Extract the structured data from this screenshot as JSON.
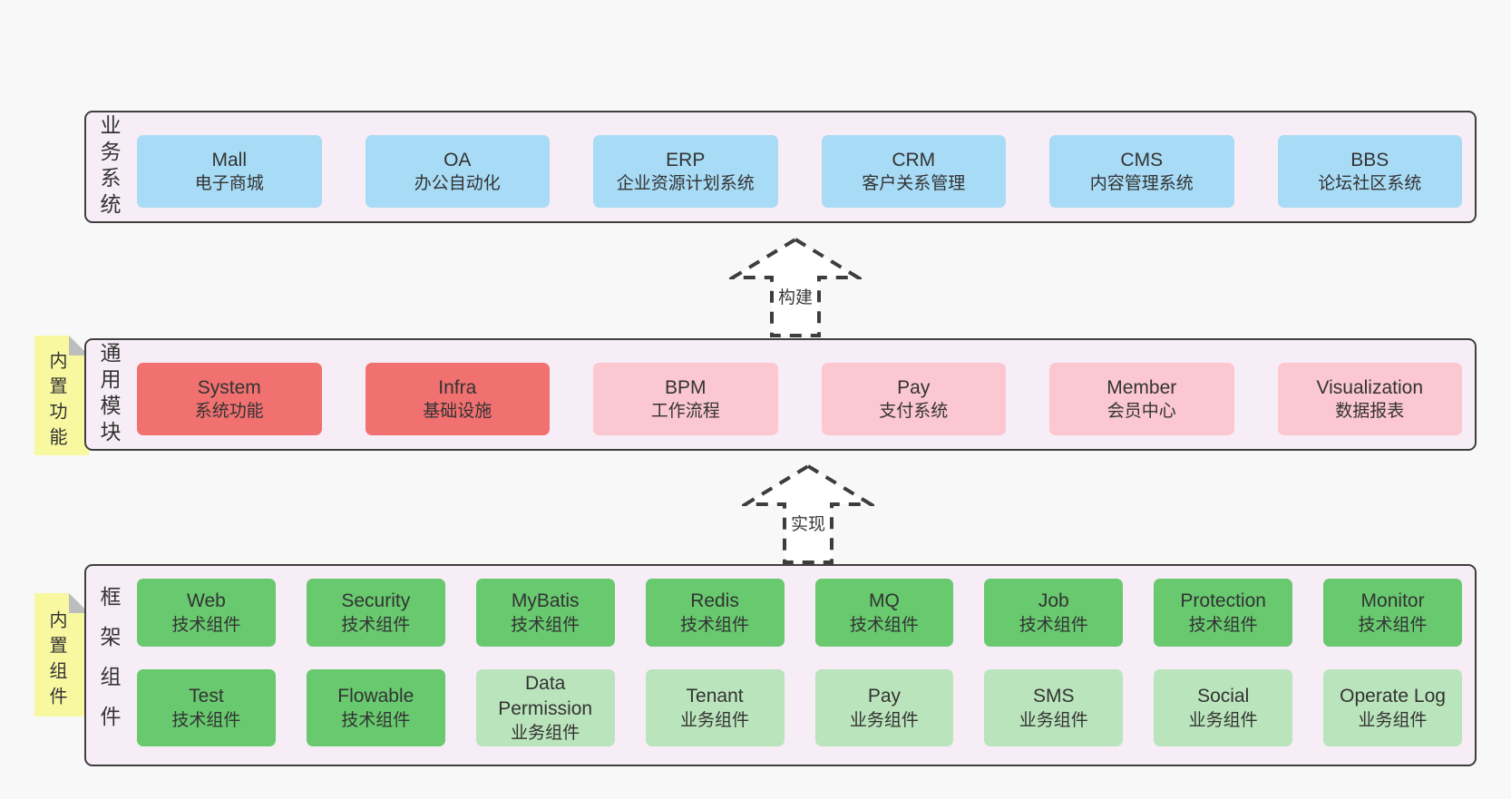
{
  "colors": {
    "page_bg": "#f8f8f8",
    "container_bg": "#f7edf6",
    "container_border": "#3f3f3f",
    "blue": "#a8dbf5",
    "red": "#f17070",
    "pink": "#fbc7d0",
    "green": "#68c96f",
    "light_green": "#bae4bb",
    "sticky_yellow": "#f8f8a0",
    "sticky_fold": "#bdbdbd",
    "text": "#333333"
  },
  "arrows": {
    "build": {
      "label": "构建"
    },
    "implement": {
      "label": "实现"
    }
  },
  "layers": {
    "business": {
      "label": "业务系统",
      "boxes": [
        {
          "name": "Mall",
          "desc": "电子商城",
          "variant": "blue"
        },
        {
          "name": "OA",
          "desc": "办公自动化",
          "variant": "blue"
        },
        {
          "name": "ERP",
          "desc": "企业资源计划系统",
          "variant": "blue"
        },
        {
          "name": "CRM",
          "desc": "客户关系管理",
          "variant": "blue"
        },
        {
          "name": "CMS",
          "desc": "内容管理系统",
          "variant": "blue"
        },
        {
          "name": "BBS",
          "desc": "论坛社区系统",
          "variant": "blue"
        }
      ]
    },
    "common": {
      "label": "通用模块",
      "sticky": "内置功能",
      "boxes": [
        {
          "name": "System",
          "desc": "系统功能",
          "variant": "red"
        },
        {
          "name": "Infra",
          "desc": "基础设施",
          "variant": "red"
        },
        {
          "name": "BPM",
          "desc": "工作流程",
          "variant": "pink"
        },
        {
          "name": "Pay",
          "desc": "支付系统",
          "variant": "pink"
        },
        {
          "name": "Member",
          "desc": "会员中心",
          "variant": "pink"
        },
        {
          "name": "Visualization",
          "desc": "数据报表",
          "variant": "pink"
        }
      ]
    },
    "framework": {
      "label": "框架组件",
      "sticky": "内置组件",
      "rows": [
        [
          {
            "name": "Web",
            "desc": "技术组件",
            "variant": "green"
          },
          {
            "name": "Security",
            "desc": "技术组件",
            "variant": "green"
          },
          {
            "name": "MyBatis",
            "desc": "技术组件",
            "variant": "green"
          },
          {
            "name": "Redis",
            "desc": "技术组件",
            "variant": "green"
          },
          {
            "name": "MQ",
            "desc": "技术组件",
            "variant": "green"
          },
          {
            "name": "Job",
            "desc": "技术组件",
            "variant": "green"
          },
          {
            "name": "Protection",
            "desc": "技术组件",
            "variant": "green"
          },
          {
            "name": "Monitor",
            "desc": "技术组件",
            "variant": "green"
          }
        ],
        [
          {
            "name": "Test",
            "desc": "技术组件",
            "variant": "green"
          },
          {
            "name": "Flowable",
            "desc": "技术组件",
            "variant": "green"
          },
          {
            "name": "Data Permission",
            "desc": "业务组件",
            "variant": "lightgreen"
          },
          {
            "name": "Tenant",
            "desc": "业务组件",
            "variant": "lightgreen"
          },
          {
            "name": "Pay",
            "desc": "业务组件",
            "variant": "lightgreen"
          },
          {
            "name": "SMS",
            "desc": "业务组件",
            "variant": "lightgreen"
          },
          {
            "name": "Social",
            "desc": "业务组件",
            "variant": "lightgreen"
          },
          {
            "name": "Operate Log",
            "desc": "业务组件",
            "variant": "lightgreen"
          }
        ]
      ]
    }
  }
}
